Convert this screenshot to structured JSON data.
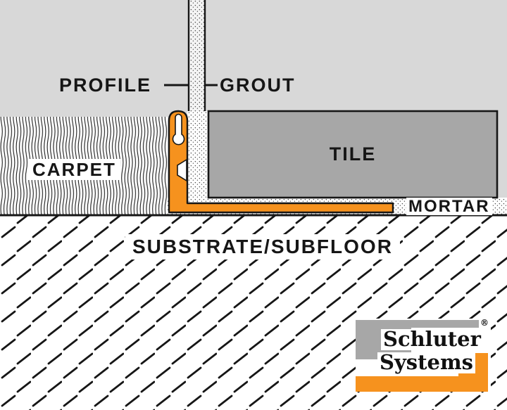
{
  "diagram": {
    "callouts": {
      "profile": "PROFILE",
      "grout": "GROUT"
    },
    "areas": {
      "carpet": "CARPET",
      "tile": "TILE",
      "mortar": "MORTAR",
      "substrate": "SUBSTRATE/SUBFLOOR"
    },
    "colors": {
      "background_gray": "#d8d8d8",
      "tile_gray": "#a7a7a7",
      "profile_orange": "#f6921e",
      "outline_black": "#161616",
      "surface_white": "#ffffff",
      "logo_gray": "#a7a7a7"
    }
  },
  "logo": {
    "line1": "Schluter",
    "line2": "Systems",
    "registered": "®"
  }
}
